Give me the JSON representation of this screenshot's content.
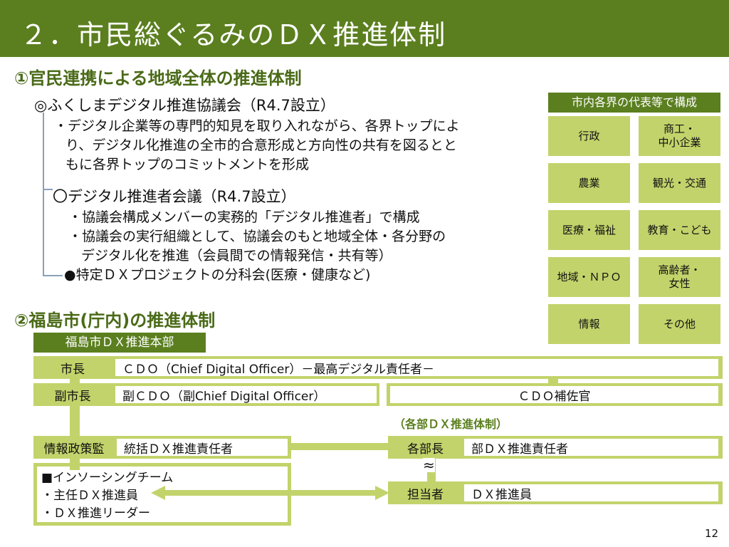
{
  "title": "２．市民総ぐるみのＤＸ推進体制",
  "section1": {
    "heading": "①官民連携による地域全体の推進体制",
    "council": "◎ふくしまデジタル推進協議会（R4.7設立）",
    "council_desc": [
      "・デジタル企業等の専門的知見を取り入れながら、各界トップによ",
      "り、デジタル化推進の全市的合意形成と方向性の共有を図るとと",
      "もに各界トップのコミットメントを形成"
    ],
    "promoters": "〇デジタル推進者会議（R4.7設立）",
    "promoters_desc": [
      "・協議会構成メンバーの実務的「デジタル推進者」で構成",
      "・協議会の実行組織として、協議会のもと地域全体・各分野の",
      "デジタル化を推進（会員間での情報発信・共有等）"
    ],
    "subcommittee": "●特定ＤＸプロジェクトの分科会(医療・健康など)"
  },
  "members": {
    "title": "市内各界の代表等で構成",
    "items": [
      "行政",
      "商工・\n中小企業",
      "農業",
      "観光・交通",
      "医療・福祉",
      "教育・こども",
      "地域・ＮＰＯ",
      "高齢者・\n女性",
      "情報",
      "その他"
    ]
  },
  "section2": {
    "heading": "②福島市(庁内)の推進体制",
    "hq": "福島市ＤＸ推進本部",
    "mayor": "市長",
    "mayor_role": "ＣＤＯ（Chief Digital Officer）－最高デジタル責任者－",
    "vice": "副市長",
    "vice_role": "副ＣＤＯ（副Chief Digital Officer）",
    "assistant": "ＣＤＯ補佐官",
    "info": "情報政策監",
    "info_role": "統括ＤＸ推進責任者",
    "team": [
      "■インソーシングチーム",
      "・主任ＤＸ推進員",
      "・ＤＸ推進リーダー"
    ],
    "dept_heading": "（各部ＤＸ推進体制）",
    "dept_head": "各部長",
    "dept_head_role": "部ＤＸ推進責任者",
    "approx": "≈",
    "staff": "担当者",
    "staff_role": "ＤＸ推進員"
  },
  "page_number": "12"
}
